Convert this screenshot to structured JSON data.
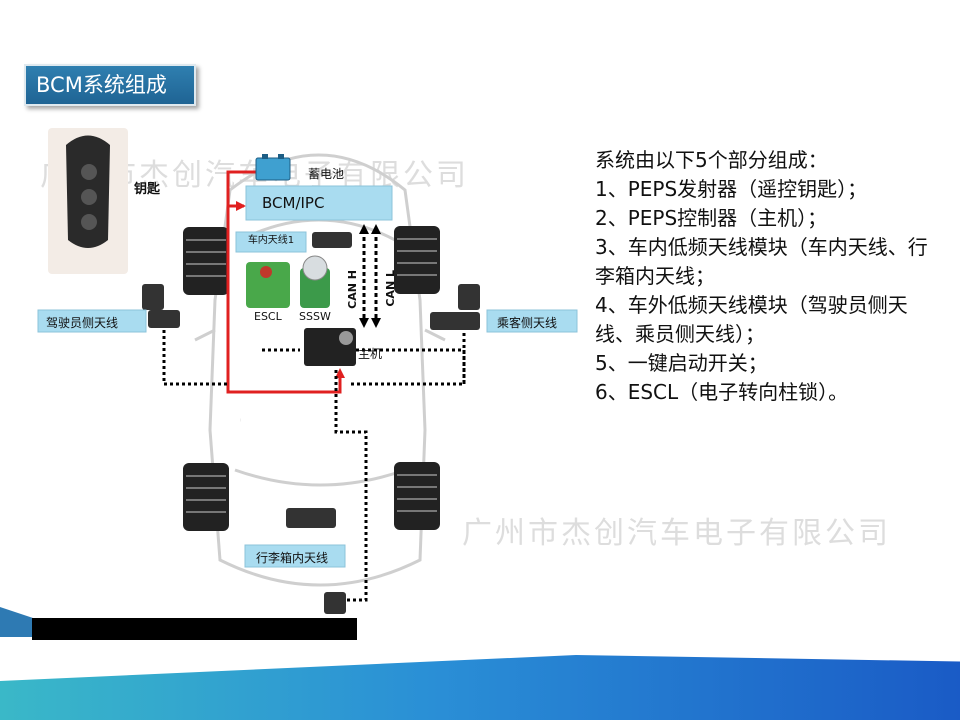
{
  "title": "BCM系统组成",
  "watermarks": {
    "top": "广州市杰创汽车电子有限公司",
    "bottom": "广州市杰创汽车电子有限公司"
  },
  "diagram": {
    "key_label": "钥匙",
    "battery_label": "蓄电池",
    "bcm_label": "BCM/IPC",
    "interior_antenna_label": "车内天线1",
    "escl_label": "ESCL",
    "sssw_label": "SSSW",
    "can_l": "CAN L",
    "can_h": "CAN H",
    "host_label": "主机",
    "driver_antenna_label": "驾驶员侧天线",
    "passenger_antenna_label": "乘客侧天线",
    "trunk_antenna_label": "行李箱内天线"
  },
  "description": {
    "intro": "系统由以下5个部分组成：",
    "items": [
      "1、PEPS发射器（遥控钥匙）；",
      "2、PEPS控制器（主机）；",
      "3、车内低频天线模块（车内天线、行李箱内天线；",
      "4、车外低频天线模块（驾驶员侧天线、乘员侧天线）；",
      "5、一键启动开关；",
      "6、ESCL（电子转向柱锁）。"
    ]
  },
  "colors": {
    "title_bg": "#2f7fb0",
    "label_bg": "#a9dcf0",
    "power_line": "#e02020",
    "bus_line": "#000000"
  }
}
